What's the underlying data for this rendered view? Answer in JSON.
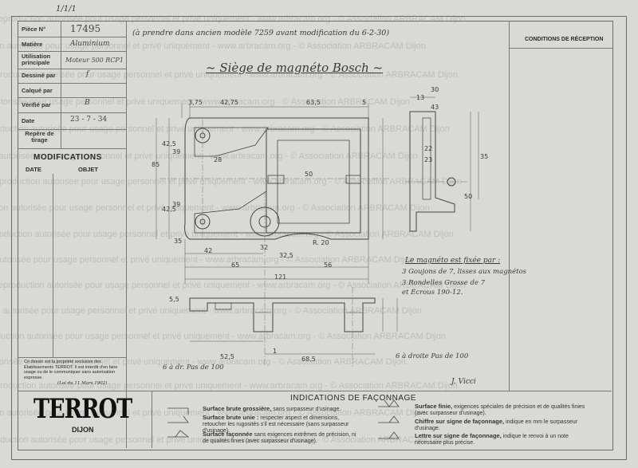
{
  "stamp_top": "1/1/1",
  "title_block": {
    "fields": [
      {
        "label": "Pièce N°",
        "value": "17495"
      },
      {
        "label": "Matière",
        "value": "Aluminium"
      },
      {
        "label": "Utilisation principale",
        "value": "Moteur 500 RCP1"
      },
      {
        "label": "Dessiné par",
        "value": "f"
      },
      {
        "label": "Calqué par",
        "value": ""
      },
      {
        "label": "Vérifié par",
        "value": "B"
      },
      {
        "label": "Date",
        "value": "23 - 7 - 34"
      },
      {
        "label": "Repère de tirage",
        "value": ""
      }
    ],
    "modifications_heading": "MODIFICATIONS",
    "col_date": "DATE",
    "col_objet": "OBJET",
    "ownership_notice": "Ce dessin est la propriété exclusive des Etablissements TERROT. Il est interdit d'en faire usage ou de le communiquer sans autorisation expresse.",
    "law_note": "(Loi du 11 Mars 1902)",
    "logo": "TERROT",
    "logo_city": "DIJON"
  },
  "drawing": {
    "header_note": "(à prendre dans ancien modèle 7259 avant modification du 6-2-30)",
    "title": "~ Siège de magnéto Bosch ~",
    "assembly_note": [
      "Le magnéto est fixée par :",
      "3 Goujons de 7, lisses aux magnétos",
      "3 Rondelles Grosse de 7",
      "et Écrous 190-12."
    ],
    "angle_note_left": "6 à dr. Pas de 100",
    "angle_note_right": "6 à droite Pas de 100",
    "signature": "J. Vicci",
    "dimensions": [
      "3,75",
      "42,75",
      "63,5",
      "5",
      "30",
      "13",
      "43",
      "85",
      "42,5",
      "39",
      "28",
      "50",
      "42,5",
      "39",
      "35",
      "22",
      "23",
      "35",
      "50",
      "42",
      "32",
      "32,5",
      "R. 20",
      "65",
      "56",
      "121",
      "5,5",
      "52,5",
      "68,5",
      "1"
    ]
  },
  "conditions_heading": "CONDITIONS DE RÉCEPTION",
  "indications": {
    "heading": "INDICATIONS DE FAÇONNAGE",
    "items": [
      {
        "title": "Surface brute grossière,",
        "text": "sans surpasseur d'usinage."
      },
      {
        "title": "Surface brute unie :",
        "text": "respecter aspect et dimensions, retoucher les rugosités s'il est nécessaire (sans surpasseur d'usinage)."
      },
      {
        "title": "Surface façonnée",
        "text": "sans exigences extrêmes de précision, ni de qualités finies (avec surpasseur d'usinage)."
      },
      {
        "title": "Surface finie,",
        "text": "exigences spéciales de précision et de qualités finies (avec surpasseur d'usinage)."
      },
      {
        "title": "Chiffre sur signe de façonnage,",
        "text": "indique en mm le surpasseur d'usinage."
      },
      {
        "title": "Lettre sur signe de façonnage,",
        "text": "indique le renvoi à un note nécessaire plus précise."
      }
    ]
  },
  "watermark": "Reproduction autorisée pour usage personnel et privé uniquement - www.arbracam.org - © Association ARBRACAM Dijon"
}
